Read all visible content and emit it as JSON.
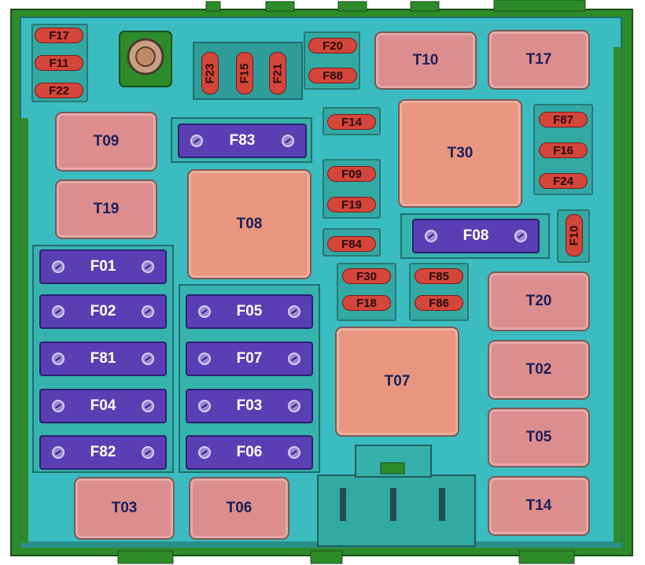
{
  "colors": {
    "housing": "#3bbcc1",
    "frame": "#2e8b2a",
    "maxi_fuse": "#5a3fb4",
    "mini_fuse": "#d4453a",
    "relay": "#dc8d8d",
    "relay_large": "#e8967f"
  },
  "relays": {
    "t10": "T10",
    "t17": "T17",
    "t09": "T09",
    "t19": "T19",
    "t08": "T08",
    "t30": "T30",
    "t20": "T20",
    "t02": "T02",
    "t05": "T05",
    "t14": "T14",
    "t07": "T07",
    "t03": "T03",
    "t06": "T06"
  },
  "maxi_fuses": {
    "f83": "F83",
    "f08": "F08",
    "f01": "F01",
    "f02": "F02",
    "f05": "F05",
    "f81": "F81",
    "f07": "F07",
    "f04": "F04",
    "f03": "F03",
    "f82": "F82",
    "f06": "F06"
  },
  "mini_fuses": {
    "f17": "F17",
    "f11": "F11",
    "f22": "F22",
    "f23": "F23",
    "f15": "F15",
    "f21": "F21",
    "f20": "F20",
    "f88": "F88",
    "f14": "F14",
    "f09": "F09",
    "f19": "F19",
    "f84": "F84",
    "f30": "F30",
    "f18": "F18",
    "f85": "F85",
    "f86": "F86",
    "f87": "F87",
    "f16": "F16",
    "f24": "F24",
    "f10": "F10"
  }
}
